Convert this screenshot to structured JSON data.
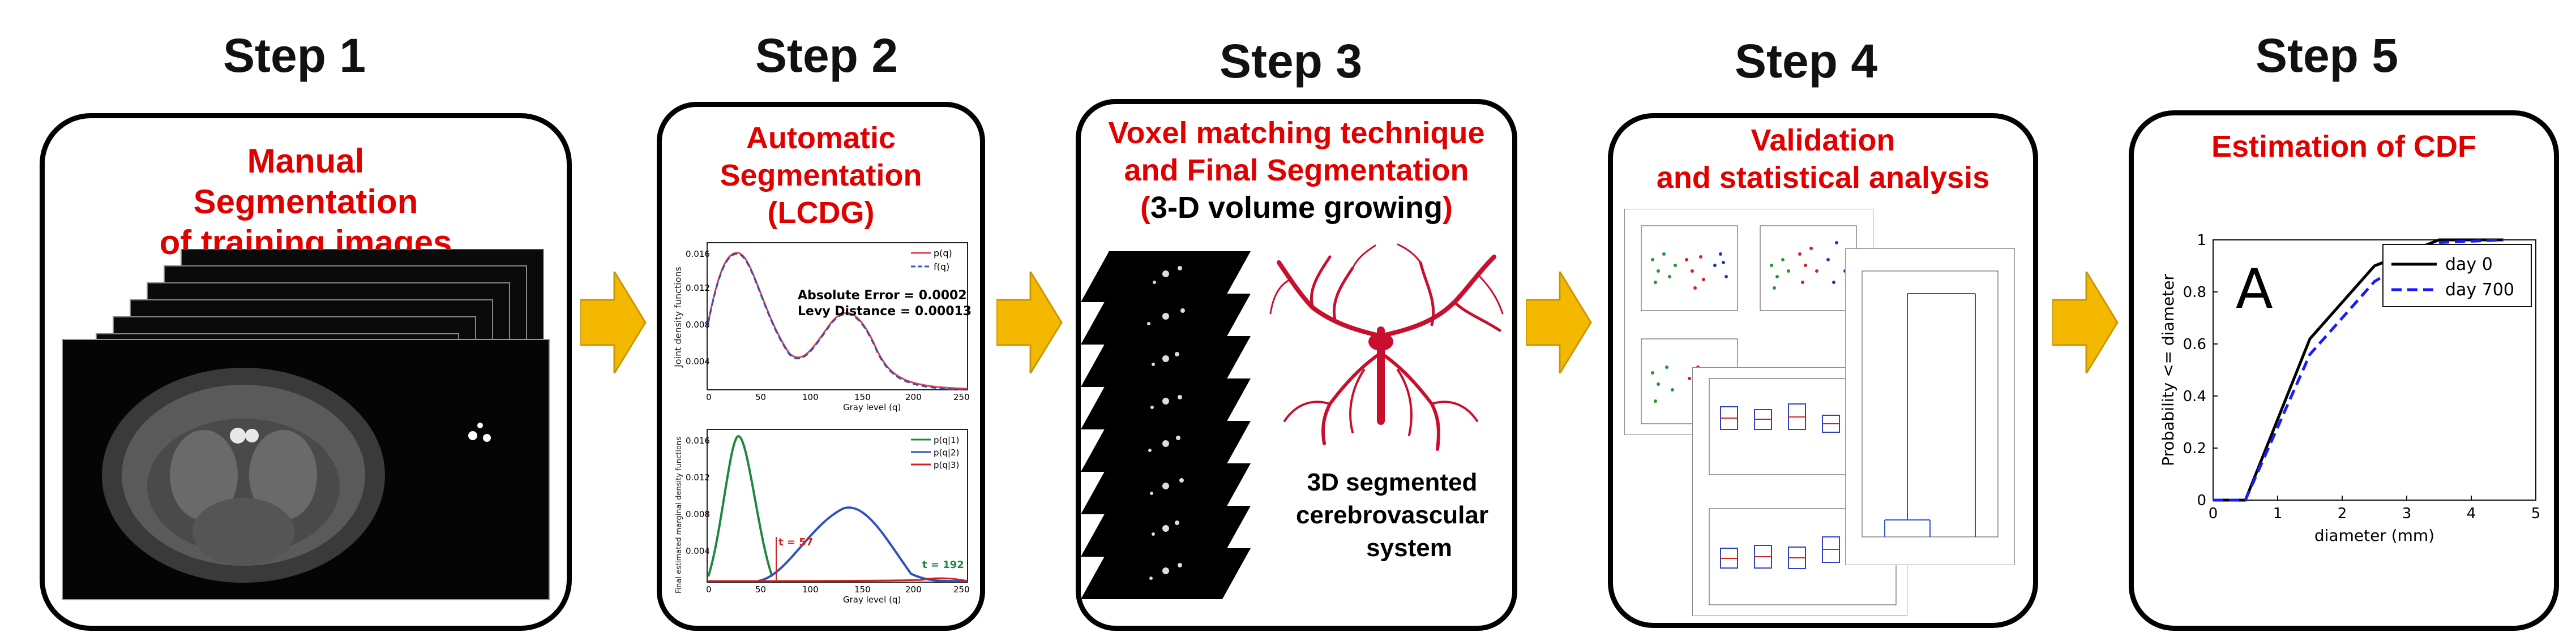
{
  "steps": [
    {
      "title": "Step 1",
      "heading": [
        "Manual",
        "Segmentation",
        "of training images"
      ]
    },
    {
      "title": "Step 2",
      "heading": [
        "Automatic",
        "Segmentation",
        "(LCDG)"
      ],
      "plot_top": {
        "ylabel": "Joint density functions",
        "xlabel": "Gray level (q)",
        "legend": [
          "p(q)",
          "f(q)"
        ],
        "note1": "Absolute Error = 0.0002",
        "note2": "Levy Distance = 0.00013",
        "yticks": [
          "0.016",
          "0.012",
          "0.008",
          "0.004"
        ],
        "xticks": [
          "0",
          "50",
          "100",
          "150",
          "200",
          "250"
        ]
      },
      "plot_bottom": {
        "ylabel": "Final estimated marginal density functions",
        "xlabel": "Gray level (q)",
        "legend": [
          "p(q|1)",
          "p(q|2)",
          "p(q|3)"
        ],
        "t1": "t = 57",
        "t2": "t = 192",
        "yticks": [
          "0.016",
          "0.012",
          "0.008",
          "0.004"
        ],
        "xticks": [
          "0",
          "50",
          "100",
          "150",
          "200",
          "250"
        ]
      }
    },
    {
      "title": "Step 3",
      "heading": [
        "Voxel matching technique",
        "and Final Segmentation"
      ],
      "subheading_red_open": "(",
      "subheading_black": "3-D volume growing",
      "subheading_red_close": ")",
      "caption": [
        "3D segmented",
        "cerebrovascular",
        "system"
      ]
    },
    {
      "title": "Step 4",
      "heading": [
        "Validation",
        "and statistical analysis"
      ]
    },
    {
      "title": "Step 5",
      "heading": [
        "Estimation of CDF"
      ]
    }
  ],
  "colors": {
    "accent": "#e00000",
    "arrow": "#f5b800",
    "vessel": "#c8102e"
  },
  "chart_data": {
    "type": "line",
    "title": "",
    "panel_label": "A",
    "xlabel": "diameter (mm)",
    "ylabel": "Probability <= diameter",
    "xlim": [
      0,
      5
    ],
    "ylim": [
      0,
      1
    ],
    "xticks": [
      "0",
      "1",
      "2",
      "3",
      "4",
      "5"
    ],
    "yticks": [
      "0",
      "0.2",
      "0.4",
      "0.6",
      "0.8",
      "1"
    ],
    "legend_position": "top-right",
    "series": [
      {
        "name": "day 0",
        "color": "#000000",
        "dash": false,
        "x": [
          0,
          0.5,
          1.5,
          2.5,
          3.5,
          4.5
        ],
        "y": [
          0,
          0,
          0.62,
          0.9,
          1,
          1
        ]
      },
      {
        "name": "day 700",
        "color": "#1a1aff",
        "dash": true,
        "x": [
          0,
          0.5,
          1.5,
          2.5,
          3.5,
          4.5
        ],
        "y": [
          0,
          0,
          0.56,
          0.84,
          0.99,
          1
        ]
      }
    ]
  }
}
